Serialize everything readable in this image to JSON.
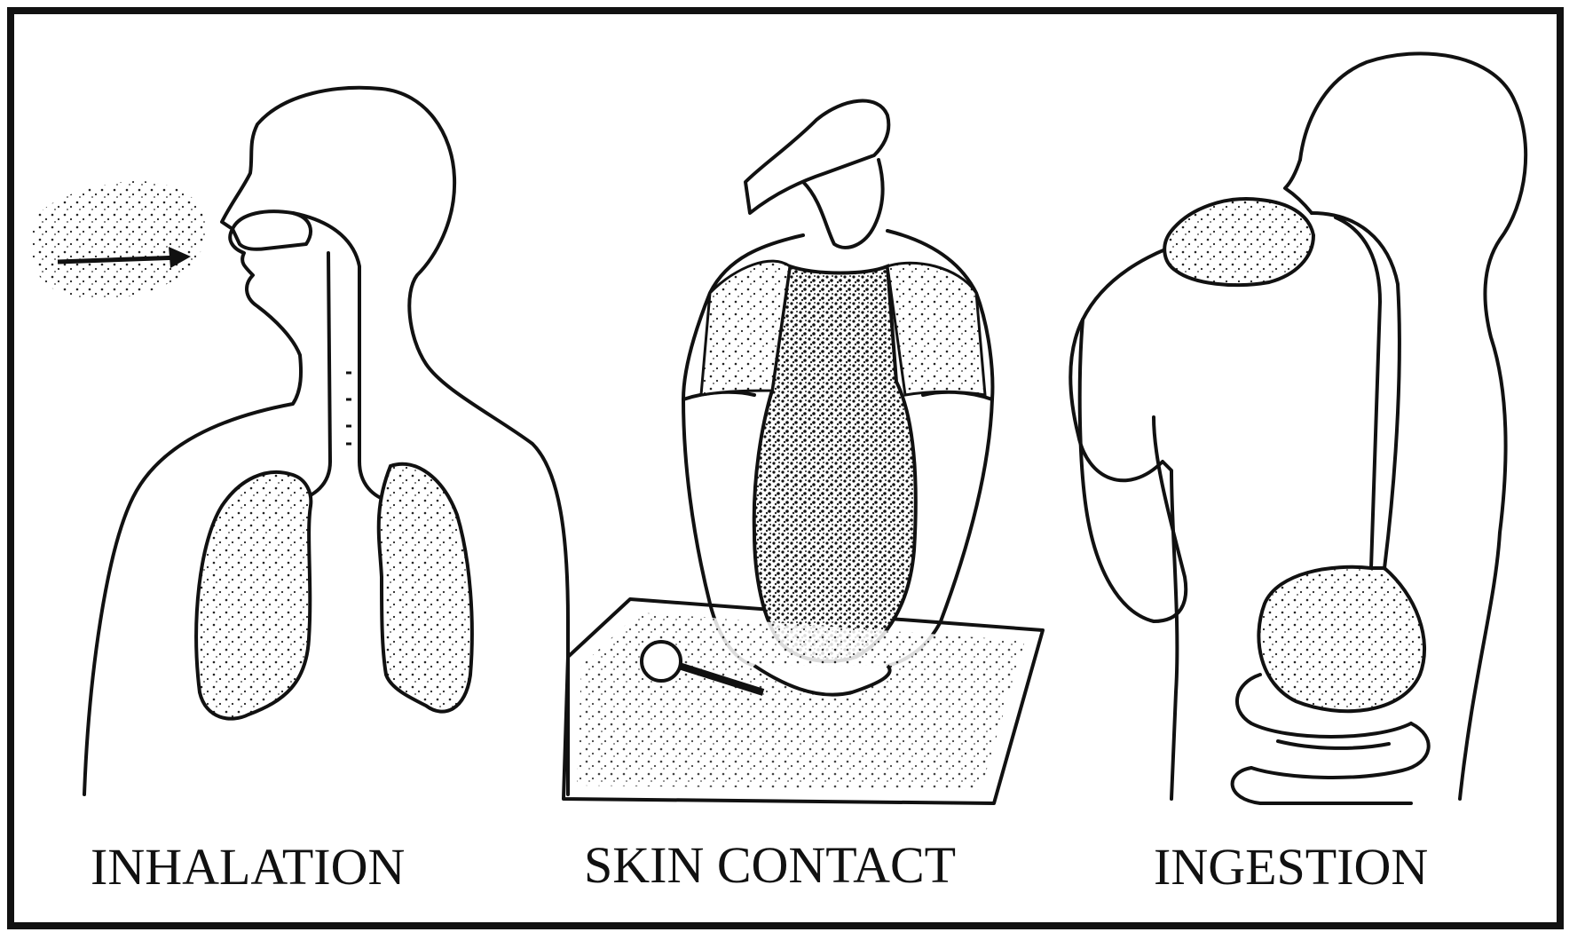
{
  "labels": {
    "inhalation": "INHALATION",
    "skin_contact": "SKIN CONTACT",
    "ingestion": "INGESTION"
  },
  "colors": {
    "ink": "#111111",
    "paper": "#ffffff"
  }
}
